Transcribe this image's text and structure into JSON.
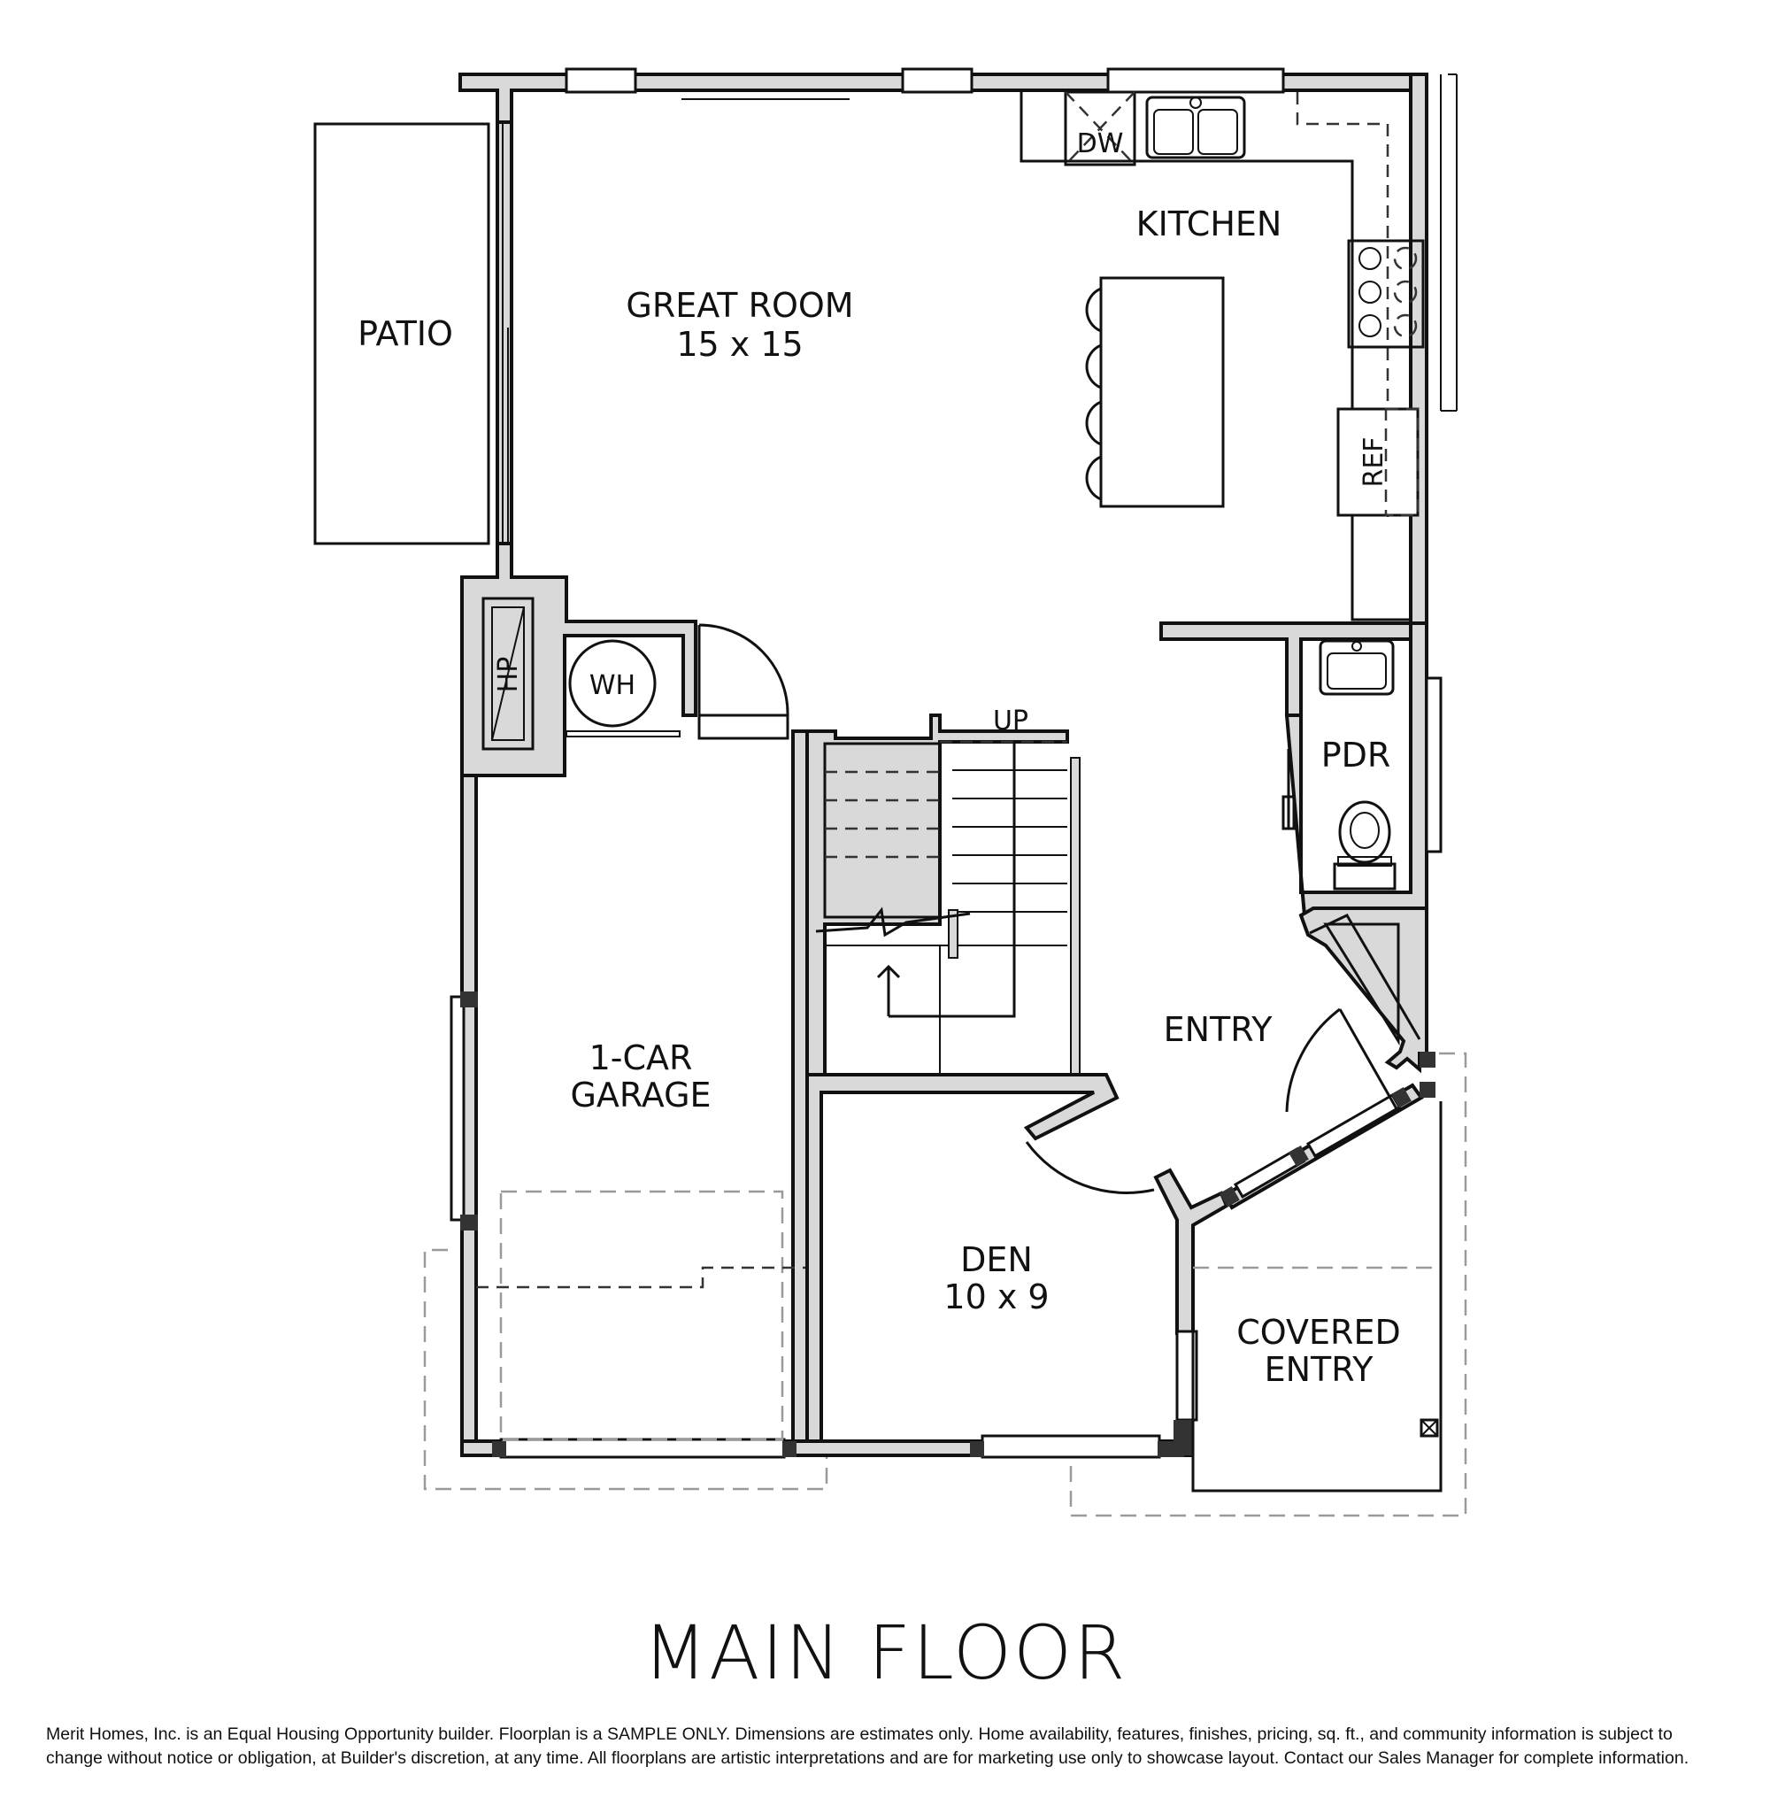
{
  "rooms": {
    "patio": "PATIO",
    "great_room": "GREAT ROOM",
    "great_room_size": "15 x 15",
    "kitchen": "KITCHEN",
    "dw": "DW",
    "ref": "REF",
    "hp": "HP",
    "wh": "WH",
    "up": "UP",
    "pdr": "PDR",
    "entry": "ENTRY",
    "garage_line1": "1-CAR",
    "garage_line2": "GARAGE",
    "den": "DEN",
    "den_size": "10 x 9",
    "covered_line1": "COVERED",
    "covered_line2": "ENTRY"
  },
  "title": "MAIN FLOOR",
  "disclaimer": "Merit Homes, Inc. is an Equal Housing Opportunity builder. Floorplan is a SAMPLE ONLY. Dimensions are estimates only. Home availability, features, finishes, pricing, sq. ft., and community information is subject to change without notice or obligation, at Builder's discretion, at any time. All floorplans are artistic interpretations and are for marketing use only to showcase layout. Contact our Sales Manager for complete information."
}
